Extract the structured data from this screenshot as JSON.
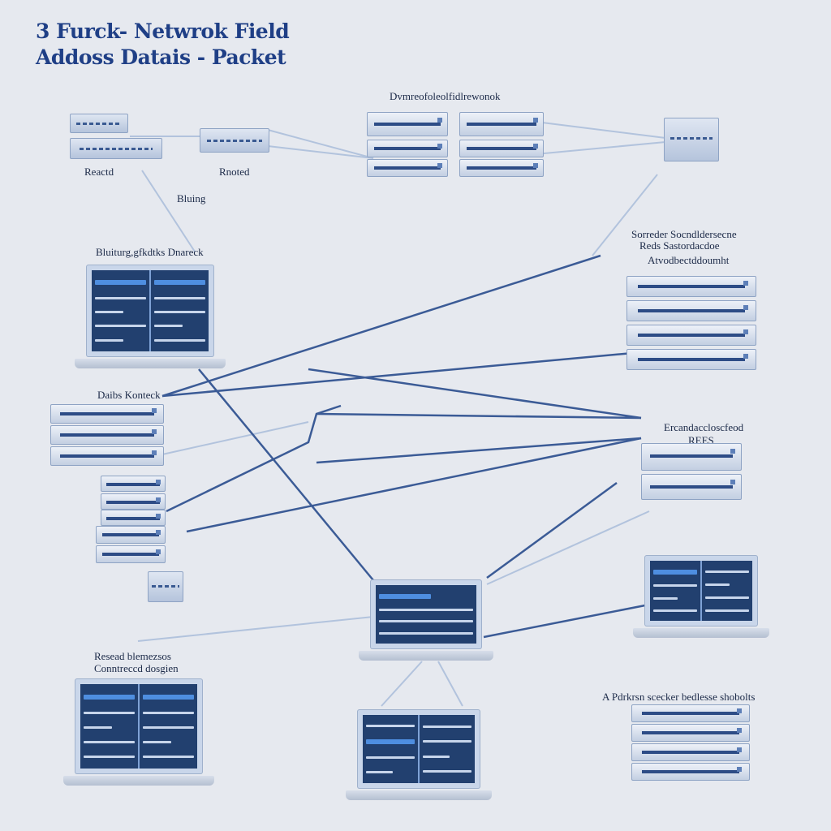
{
  "title": {
    "line1": "3 Furck- Netwrok Field",
    "line2": "Addoss Datais - Packet"
  },
  "labels": {
    "top_center": "Dvmreofoleolfidlrewonok",
    "reactd": "Reactd",
    "rnoted": "Rnoted",
    "bluing": "Bluing",
    "laptop_left": "Bluiturg,gfkdtks Dnareck",
    "data_kontech": "Daibs Konteck",
    "right_1": "Sorreder Socndldersecne",
    "right_2": "Reds Sastordacdoe",
    "right_3": "Atvodbectddoumht",
    "right_mid_1": "Ercandaccloscfeod",
    "right_mid_2": "REES",
    "bottom_left_1": "Resead blemezsos",
    "bottom_left_2": "Conntreccd dosgien",
    "bottom_right": "A Pdrkrsn scecker bedlesse shobolts"
  },
  "colors": {
    "background": "#e6e9ef",
    "title": "#1f3f86",
    "link_dark": "#2e4f8c",
    "link_light": "#a9bcd9",
    "screen": "#22406f"
  },
  "icons": [
    "laptop-icon",
    "rack-server-icon",
    "network-switch-icon"
  ]
}
